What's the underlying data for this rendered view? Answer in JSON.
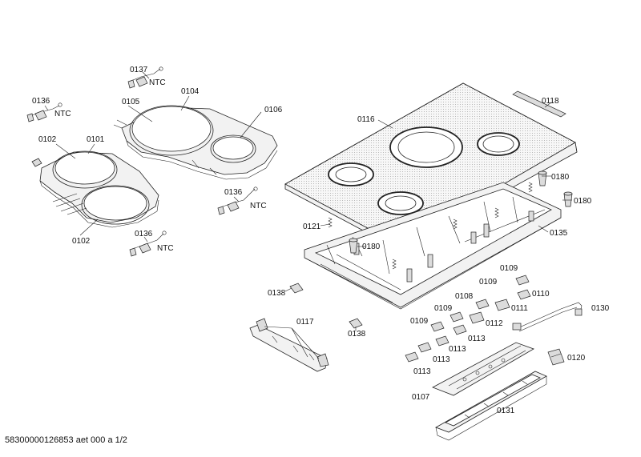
{
  "parts": {
    "p0101": "0101",
    "p0102a": "0102",
    "p0102b": "0102",
    "p0104": "0104",
    "p0105": "0105",
    "p0106": "0106",
    "p0107": "0107",
    "p0108": "0108",
    "p0109a": "0109",
    "p0109b": "0109",
    "p0109c": "0109",
    "p0109d": "0109",
    "p0110": "0110",
    "p0111": "0111",
    "p0112": "0112",
    "p0113a": "0113",
    "p0113b": "0113",
    "p0113c": "0113",
    "p0113d": "0113",
    "p0116": "0116",
    "p0117": "0117",
    "p0118": "0118",
    "p0120": "0120",
    "p0121": "0121",
    "p0130": "0130",
    "p0131": "0131",
    "p0135": "0135",
    "p0136a": "0136",
    "p0136b": "0136",
    "p0136c": "0136",
    "p0137": "0137",
    "p0138a": "0138",
    "p0138b": "0138",
    "p0180a": "0180",
    "p0180b": "0180",
    "p0180c": "0180"
  },
  "ntc": {
    "a": "NTC",
    "b": "NTC",
    "c": "NTC",
    "d": "NTC"
  },
  "footer": "58300000126853 aet 000 a 1/2"
}
